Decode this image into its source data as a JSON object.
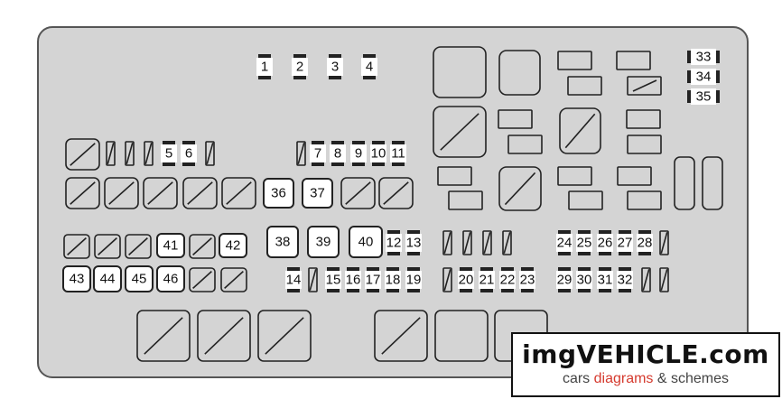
{
  "fuse_labels": [
    "1",
    "2",
    "3",
    "4",
    "5",
    "6",
    "7",
    "8",
    "9",
    "10",
    "11",
    "12",
    "13",
    "14",
    "15",
    "16",
    "17",
    "18",
    "19",
    "20",
    "21",
    "22",
    "23",
    "24",
    "25",
    "26",
    "27",
    "28",
    "29",
    "30",
    "31",
    "32",
    "33",
    "34",
    "35"
  ],
  "relay_labels": [
    "36",
    "37",
    "38",
    "39",
    "40",
    "41",
    "42",
    "43",
    "44",
    "45",
    "46"
  ],
  "watermark": {
    "title": "imgVEHICLE.com",
    "sub_prefix": "cars ",
    "sub_accent": "diagrams",
    "sub_suffix": " & schemes"
  },
  "colors": {
    "panel_fill": "#d4d4d4",
    "panel_stroke": "#555555",
    "label_box": "#ffffff",
    "watermark_accent": "#d53a2e"
  }
}
